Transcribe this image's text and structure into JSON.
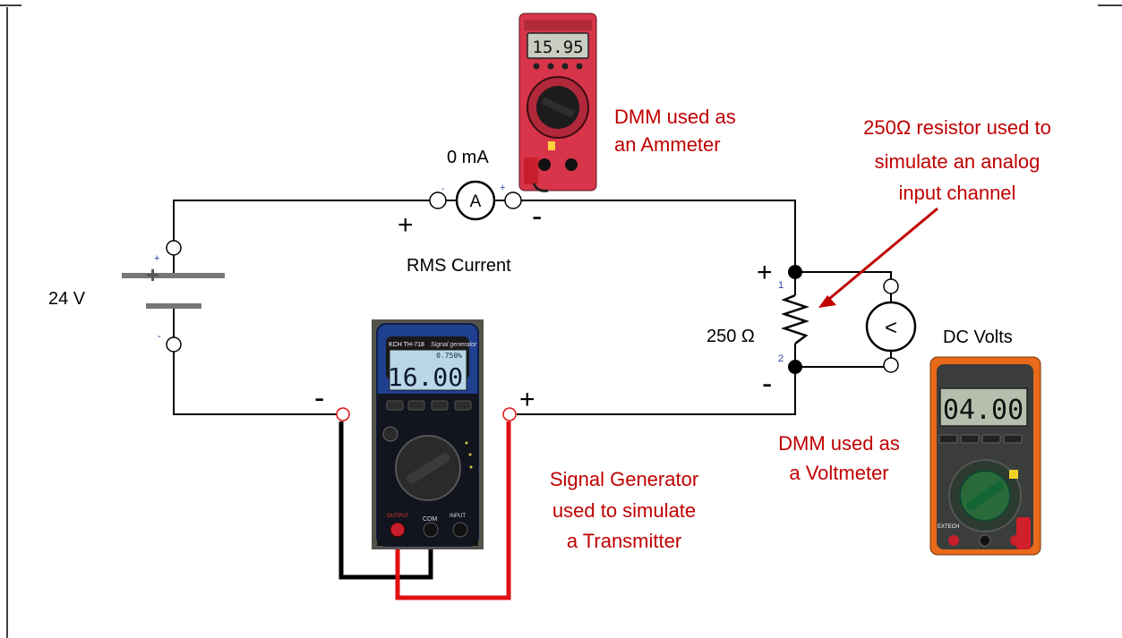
{
  "circuit": {
    "battery_label": "24 V",
    "ammeter_reading": "0 mA",
    "ammeter_symbol": "A",
    "ammeter_plus": "+",
    "ammeter_minus": "-",
    "rms_label": "RMS Current",
    "resistor_label": "250 Ω",
    "voltmeter_symbol": "<",
    "voltmeter_label": "DC Volts",
    "res_plus": "+",
    "res_minus": "-",
    "pin1": "1",
    "pin2": "2",
    "gen_minus": "-",
    "gen_plus": "+",
    "batt_plus": "+",
    "batt_term_plus": "+",
    "batt_term_minus": "-"
  },
  "annotations": {
    "ammeter_note": [
      "DMM used as",
      "an Ammeter"
    ],
    "resistor_note": [
      "250Ω resistor used to",
      "simulate an analog",
      "input channel"
    ],
    "voltmeter_note": [
      "DMM used as",
      "a Voltmeter"
    ],
    "generator_note": [
      "Signal Generator",
      "used to simulate",
      "a Transmitter"
    ]
  },
  "devices": {
    "ammeter_display": "15.95",
    "generator_display": "16.00",
    "generator_percent": "0.750%",
    "generator_brand": "KCH TH-718",
    "generator_subtitle": "Signal generator",
    "generator_port_output": "OUTPUT",
    "generator_port_com": "COM",
    "generator_port_input": "INPUT",
    "voltmeter_display": "04.00",
    "voltmeter_brand": "EXTECH"
  },
  "colors": {
    "annotation": "#c00000",
    "wire": "#000000",
    "red_lead": "#e01010",
    "ammeter_body": "#d8354a",
    "generator_body": "#1f3f8f",
    "voltmeter_body": "#e86a1a",
    "lcd": "#b9d7e6"
  }
}
